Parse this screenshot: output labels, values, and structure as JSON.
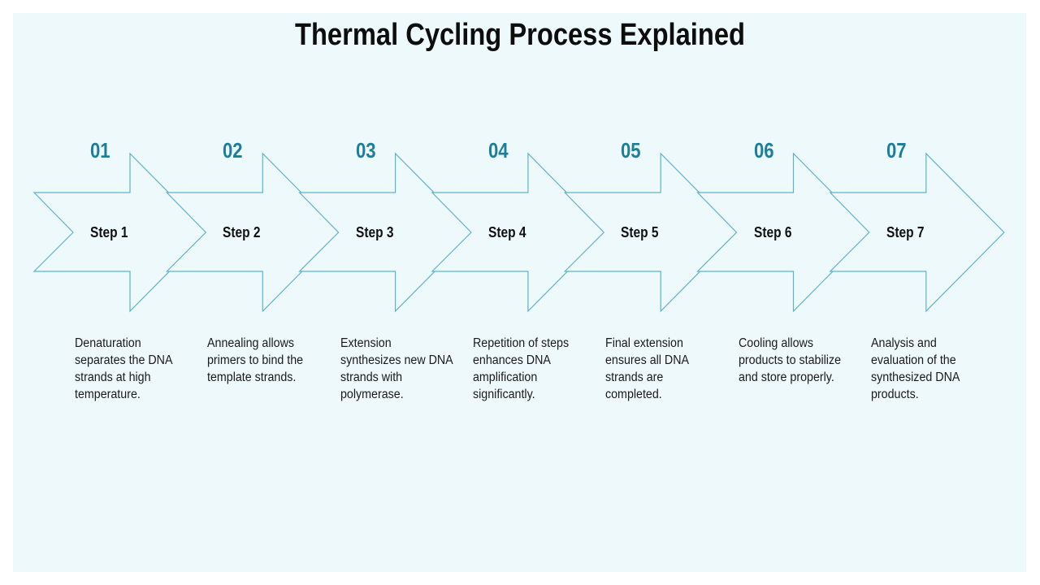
{
  "title": "Thermal Cycling Process Explained",
  "colors": {
    "background": "#eef9fb",
    "arrow_stroke": "#5fb3c9",
    "arrow_fill": "#eef9fb",
    "number": "#1b7f9b",
    "text": "#111111"
  },
  "steps": [
    {
      "number": "01",
      "label": "Step 1",
      "description": "Denaturation separates the DNA strands at high temperature."
    },
    {
      "number": "02",
      "label": "Step 2",
      "description": "Annealing allows primers to bind the template strands."
    },
    {
      "number": "03",
      "label": "Step 3",
      "description": "Extension synthesizes new DNA strands with polymerase."
    },
    {
      "number": "04",
      "label": "Step 4",
      "description": "Repetition of steps enhances DNA amplification significantly."
    },
    {
      "number": "05",
      "label": "Step 5",
      "description": "Final extension ensures all DNA strands are completed."
    },
    {
      "number": "06",
      "label": "Step 6",
      "description": "Cooling allows products to stabilize and store properly."
    },
    {
      "number": "07",
      "label": "Step 7",
      "description": "Analysis and evaluation of the synthesized DNA products."
    }
  ]
}
